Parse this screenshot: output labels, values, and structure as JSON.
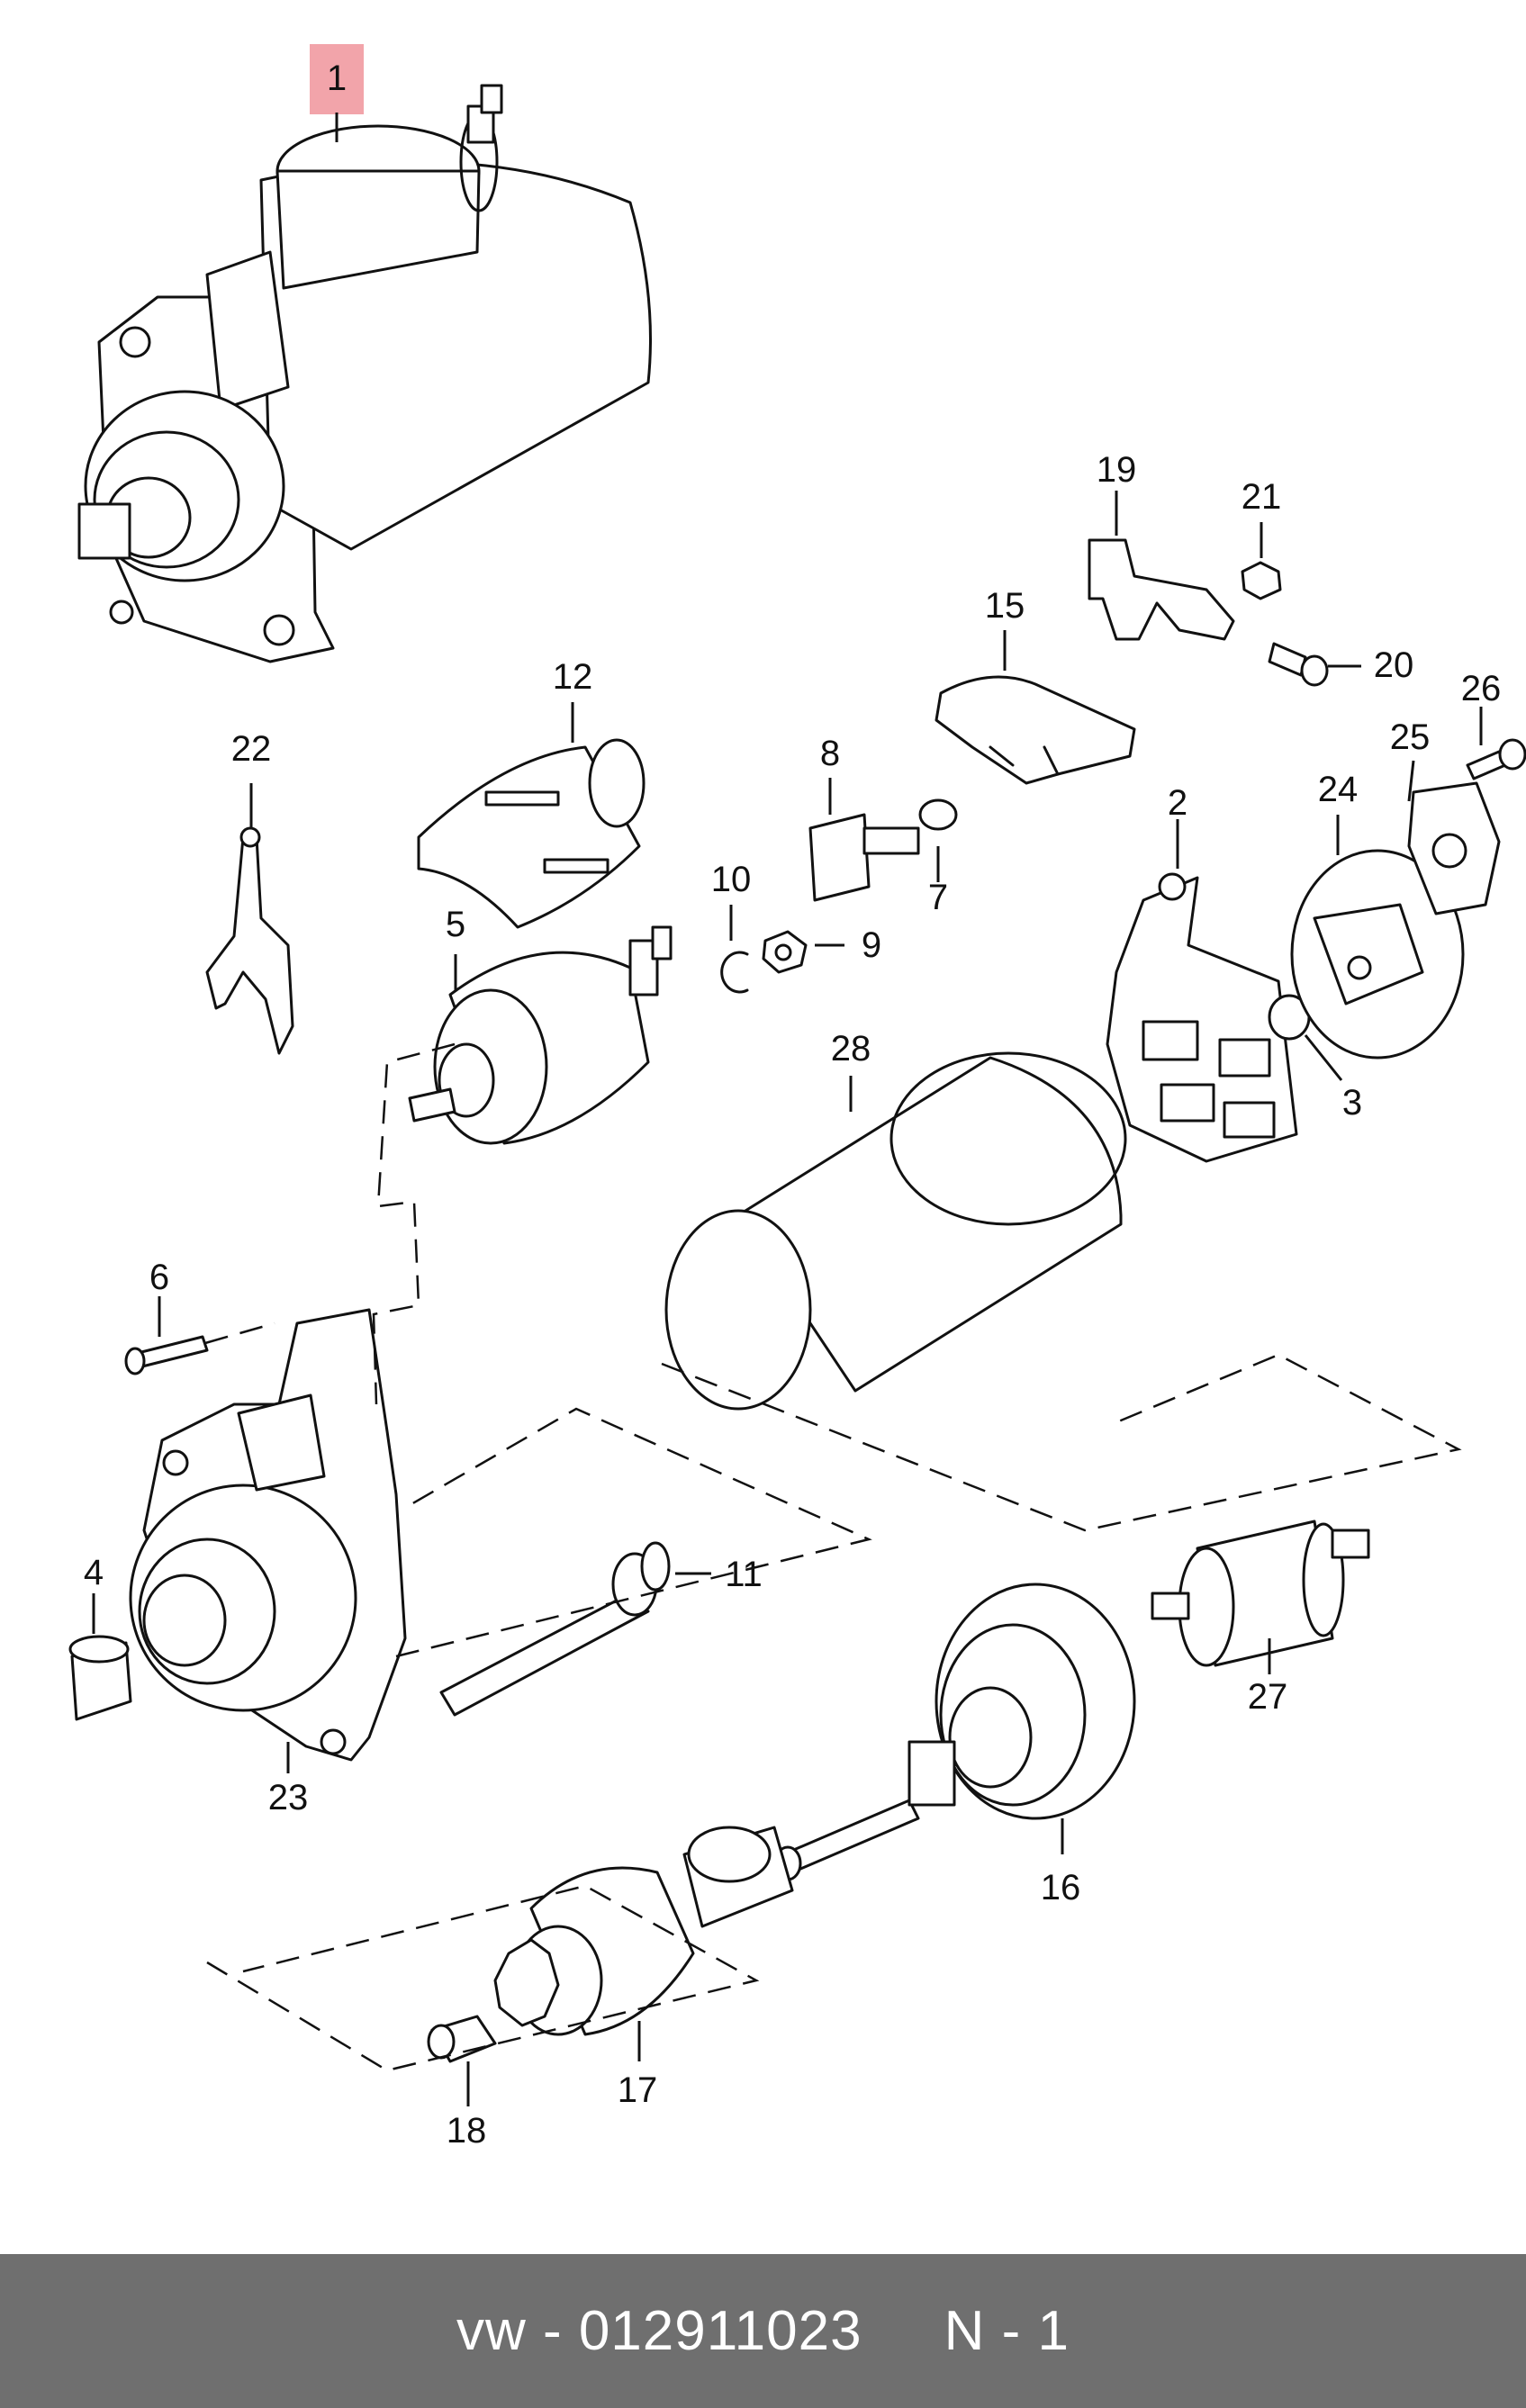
{
  "callouts": [
    {
      "id": "1",
      "label": "1"
    },
    {
      "id": "2",
      "label": "2"
    },
    {
      "id": "3",
      "label": "3"
    },
    {
      "id": "4",
      "label": "4"
    },
    {
      "id": "5",
      "label": "5"
    },
    {
      "id": "6",
      "label": "6"
    },
    {
      "id": "7",
      "label": "7"
    },
    {
      "id": "8",
      "label": "8"
    },
    {
      "id": "9",
      "label": "9"
    },
    {
      "id": "10",
      "label": "10"
    },
    {
      "id": "11",
      "label": "11"
    },
    {
      "id": "12",
      "label": "12"
    },
    {
      "id": "15",
      "label": "15"
    },
    {
      "id": "16",
      "label": "16"
    },
    {
      "id": "17",
      "label": "17"
    },
    {
      "id": "18",
      "label": "18"
    },
    {
      "id": "19",
      "label": "19"
    },
    {
      "id": "20",
      "label": "20"
    },
    {
      "id": "21",
      "label": "21"
    },
    {
      "id": "22",
      "label": "22"
    },
    {
      "id": "23",
      "label": "23"
    },
    {
      "id": "24",
      "label": "24"
    },
    {
      "id": "25",
      "label": "25"
    },
    {
      "id": "26",
      "label": "26"
    },
    {
      "id": "27",
      "label": "27"
    },
    {
      "id": "28",
      "label": "28"
    }
  ],
  "highlighted_callout": "1",
  "colors": {
    "highlight": "#f19aa1",
    "footer_background": "#6f6f6f",
    "footer_text": "#ffffff"
  },
  "footer": {
    "text": "vw - 012911023     N - 1"
  }
}
